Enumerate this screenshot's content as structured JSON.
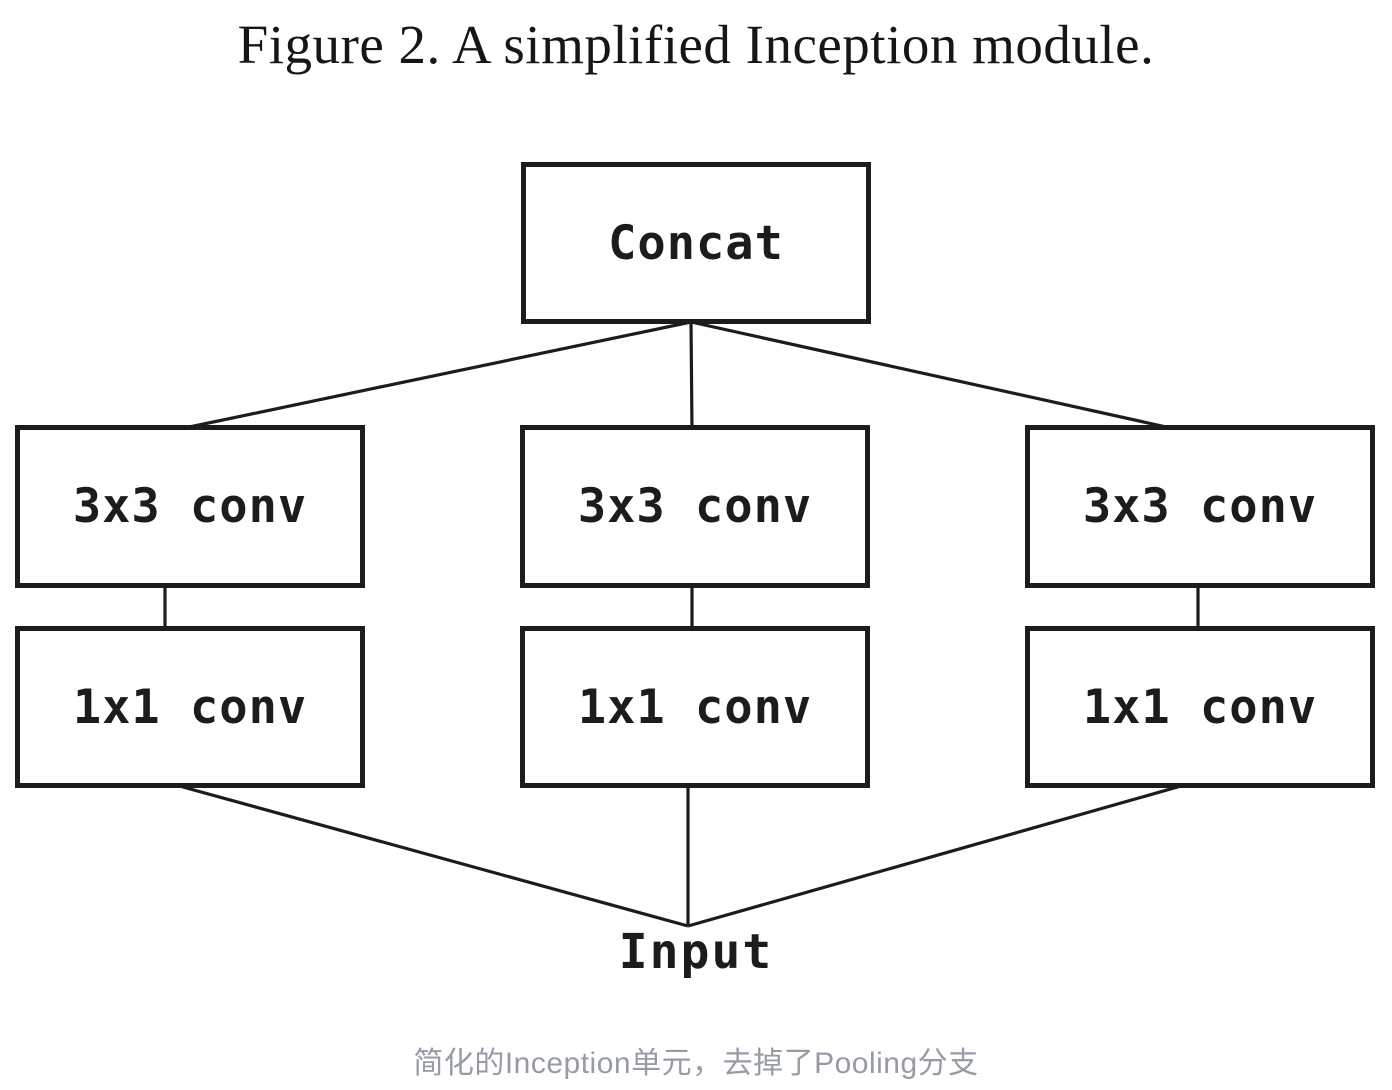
{
  "figure": {
    "title": "Figure 2. A simplified Inception module.",
    "caption": "简化的Inception单元，去掉了Pooling分支"
  },
  "diagram": {
    "type": "flowchart",
    "output_node": {
      "label": "Concat"
    },
    "input_node": {
      "label": "Input"
    },
    "branches": [
      {
        "id": "left",
        "top_label": "3x3 conv",
        "bottom_label": "1x1 conv"
      },
      {
        "id": "middle",
        "top_label": "3x3 conv",
        "bottom_label": "1x1 conv"
      },
      {
        "id": "right",
        "top_label": "3x3 conv",
        "bottom_label": "1x1 conv"
      }
    ],
    "edges": [
      {
        "from": "Input",
        "to": "1x1 conv (left)"
      },
      {
        "from": "Input",
        "to": "1x1 conv (middle)"
      },
      {
        "from": "Input",
        "to": "1x1 conv (right)"
      },
      {
        "from": "1x1 conv (left)",
        "to": "3x3 conv (left)"
      },
      {
        "from": "1x1 conv (middle)",
        "to": "3x3 conv (middle)"
      },
      {
        "from": "1x1 conv (right)",
        "to": "3x3 conv (right)"
      },
      {
        "from": "3x3 conv (left)",
        "to": "Concat"
      },
      {
        "from": "3x3 conv (middle)",
        "to": "Concat"
      },
      {
        "from": "3x3 conv (right)",
        "to": "Concat"
      }
    ],
    "colors": {
      "stroke": "#1c1c1c",
      "box_text": "#1c1c1c",
      "title_text": "#161616",
      "caption_text": "#969ba6",
      "background": "#ffffff"
    }
  }
}
